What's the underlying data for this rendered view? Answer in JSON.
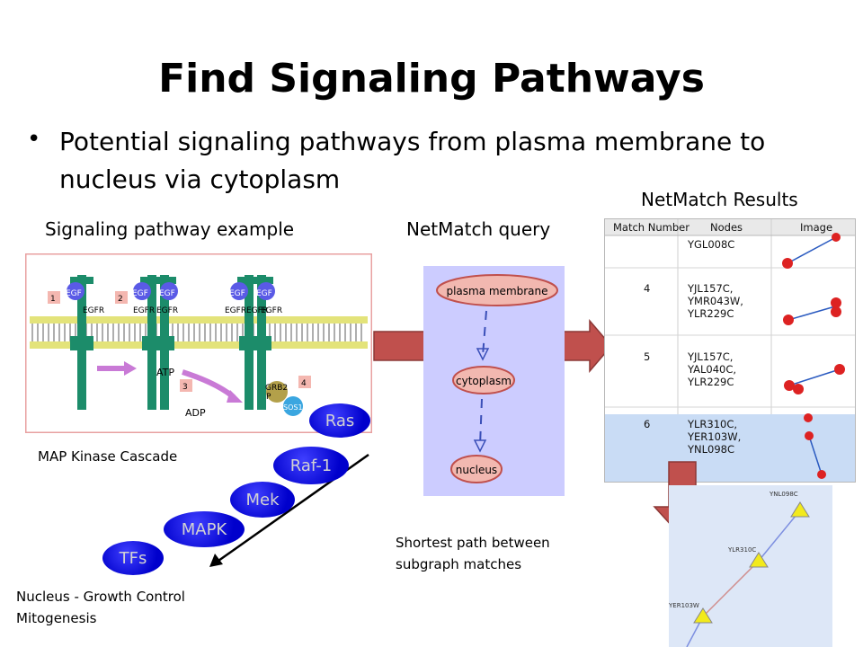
{
  "title": "Find Signaling Pathways",
  "bullet": "Potential signaling pathways from plasma membrane to nucleus via cytoplasm",
  "labels": {
    "signaling_example": "Signaling pathway example",
    "netmatch_query": "NetMatch query",
    "netmatch_results": "NetMatch Results",
    "map_kinase": "MAP Kinase Cascade",
    "shortest_path": "Shortest path between subgraph matches",
    "nucleus_growth": "Nucleus - Growth Control Mitogenesis"
  },
  "pathway_figure": {
    "receptor_labels": [
      "EGF",
      "EGF",
      "EGF",
      "EGF",
      "EGF"
    ],
    "egfr_labels": [
      "EGFR",
      "EGFR",
      "EGFR",
      "EGFR",
      "EGFR",
      "EGFR"
    ],
    "step_numbers": [
      "1",
      "2",
      "3",
      "4"
    ],
    "atp": "ATP",
    "adp": "ADP",
    "grb2": "GRB2",
    "sos1": "SOS1",
    "p": "P"
  },
  "cascade": [
    "Ras",
    "Raf-1",
    "Mek",
    "MAPK",
    "TFs"
  ],
  "query_nodes": [
    "plasma membrane",
    "cytoplasm",
    "nucleus"
  ],
  "results_table": {
    "headers": [
      "Match Number",
      "Nodes",
      "Image"
    ],
    "rows": [
      {
        "number": "",
        "nodes": [
          "YGL008C"
        ]
      },
      {
        "number": "4",
        "nodes": [
          "YJL157C,",
          "YMR043W,",
          "YLR229C"
        ]
      },
      {
        "number": "5",
        "nodes": [
          "YJL157C,",
          "YAL040C,",
          "YLR229C"
        ]
      },
      {
        "number": "6",
        "nodes": [
          "YLR310C,",
          "YER103W,",
          "YNL098C"
        ]
      }
    ]
  },
  "path_graph": {
    "nodes": [
      "YNL098C",
      "YLR310C",
      "YER103W"
    ]
  },
  "colors": {
    "arrow_red": "#c0504d",
    "query_bg": "#ccccff",
    "query_node": "#f2b8b0",
    "kinase_blue": "#0000cc",
    "membrane_green": "#1c8c6a",
    "selected_row": "#c9dcf5"
  }
}
